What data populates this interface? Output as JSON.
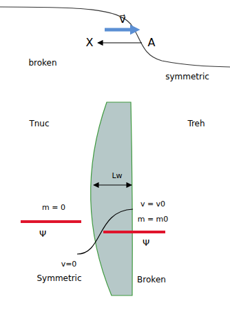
{
  "diagram": {
    "labels": [
      "v⃗",
      "X",
      "A",
      "broken",
      "symmetric",
      "Tnuc",
      "Treh",
      "Lw",
      "v = v0",
      "m = 0",
      "m = m0",
      "Ψ",
      "Ψ",
      "v=0",
      "Symmetric",
      "Broken"
    ]
  }
}
